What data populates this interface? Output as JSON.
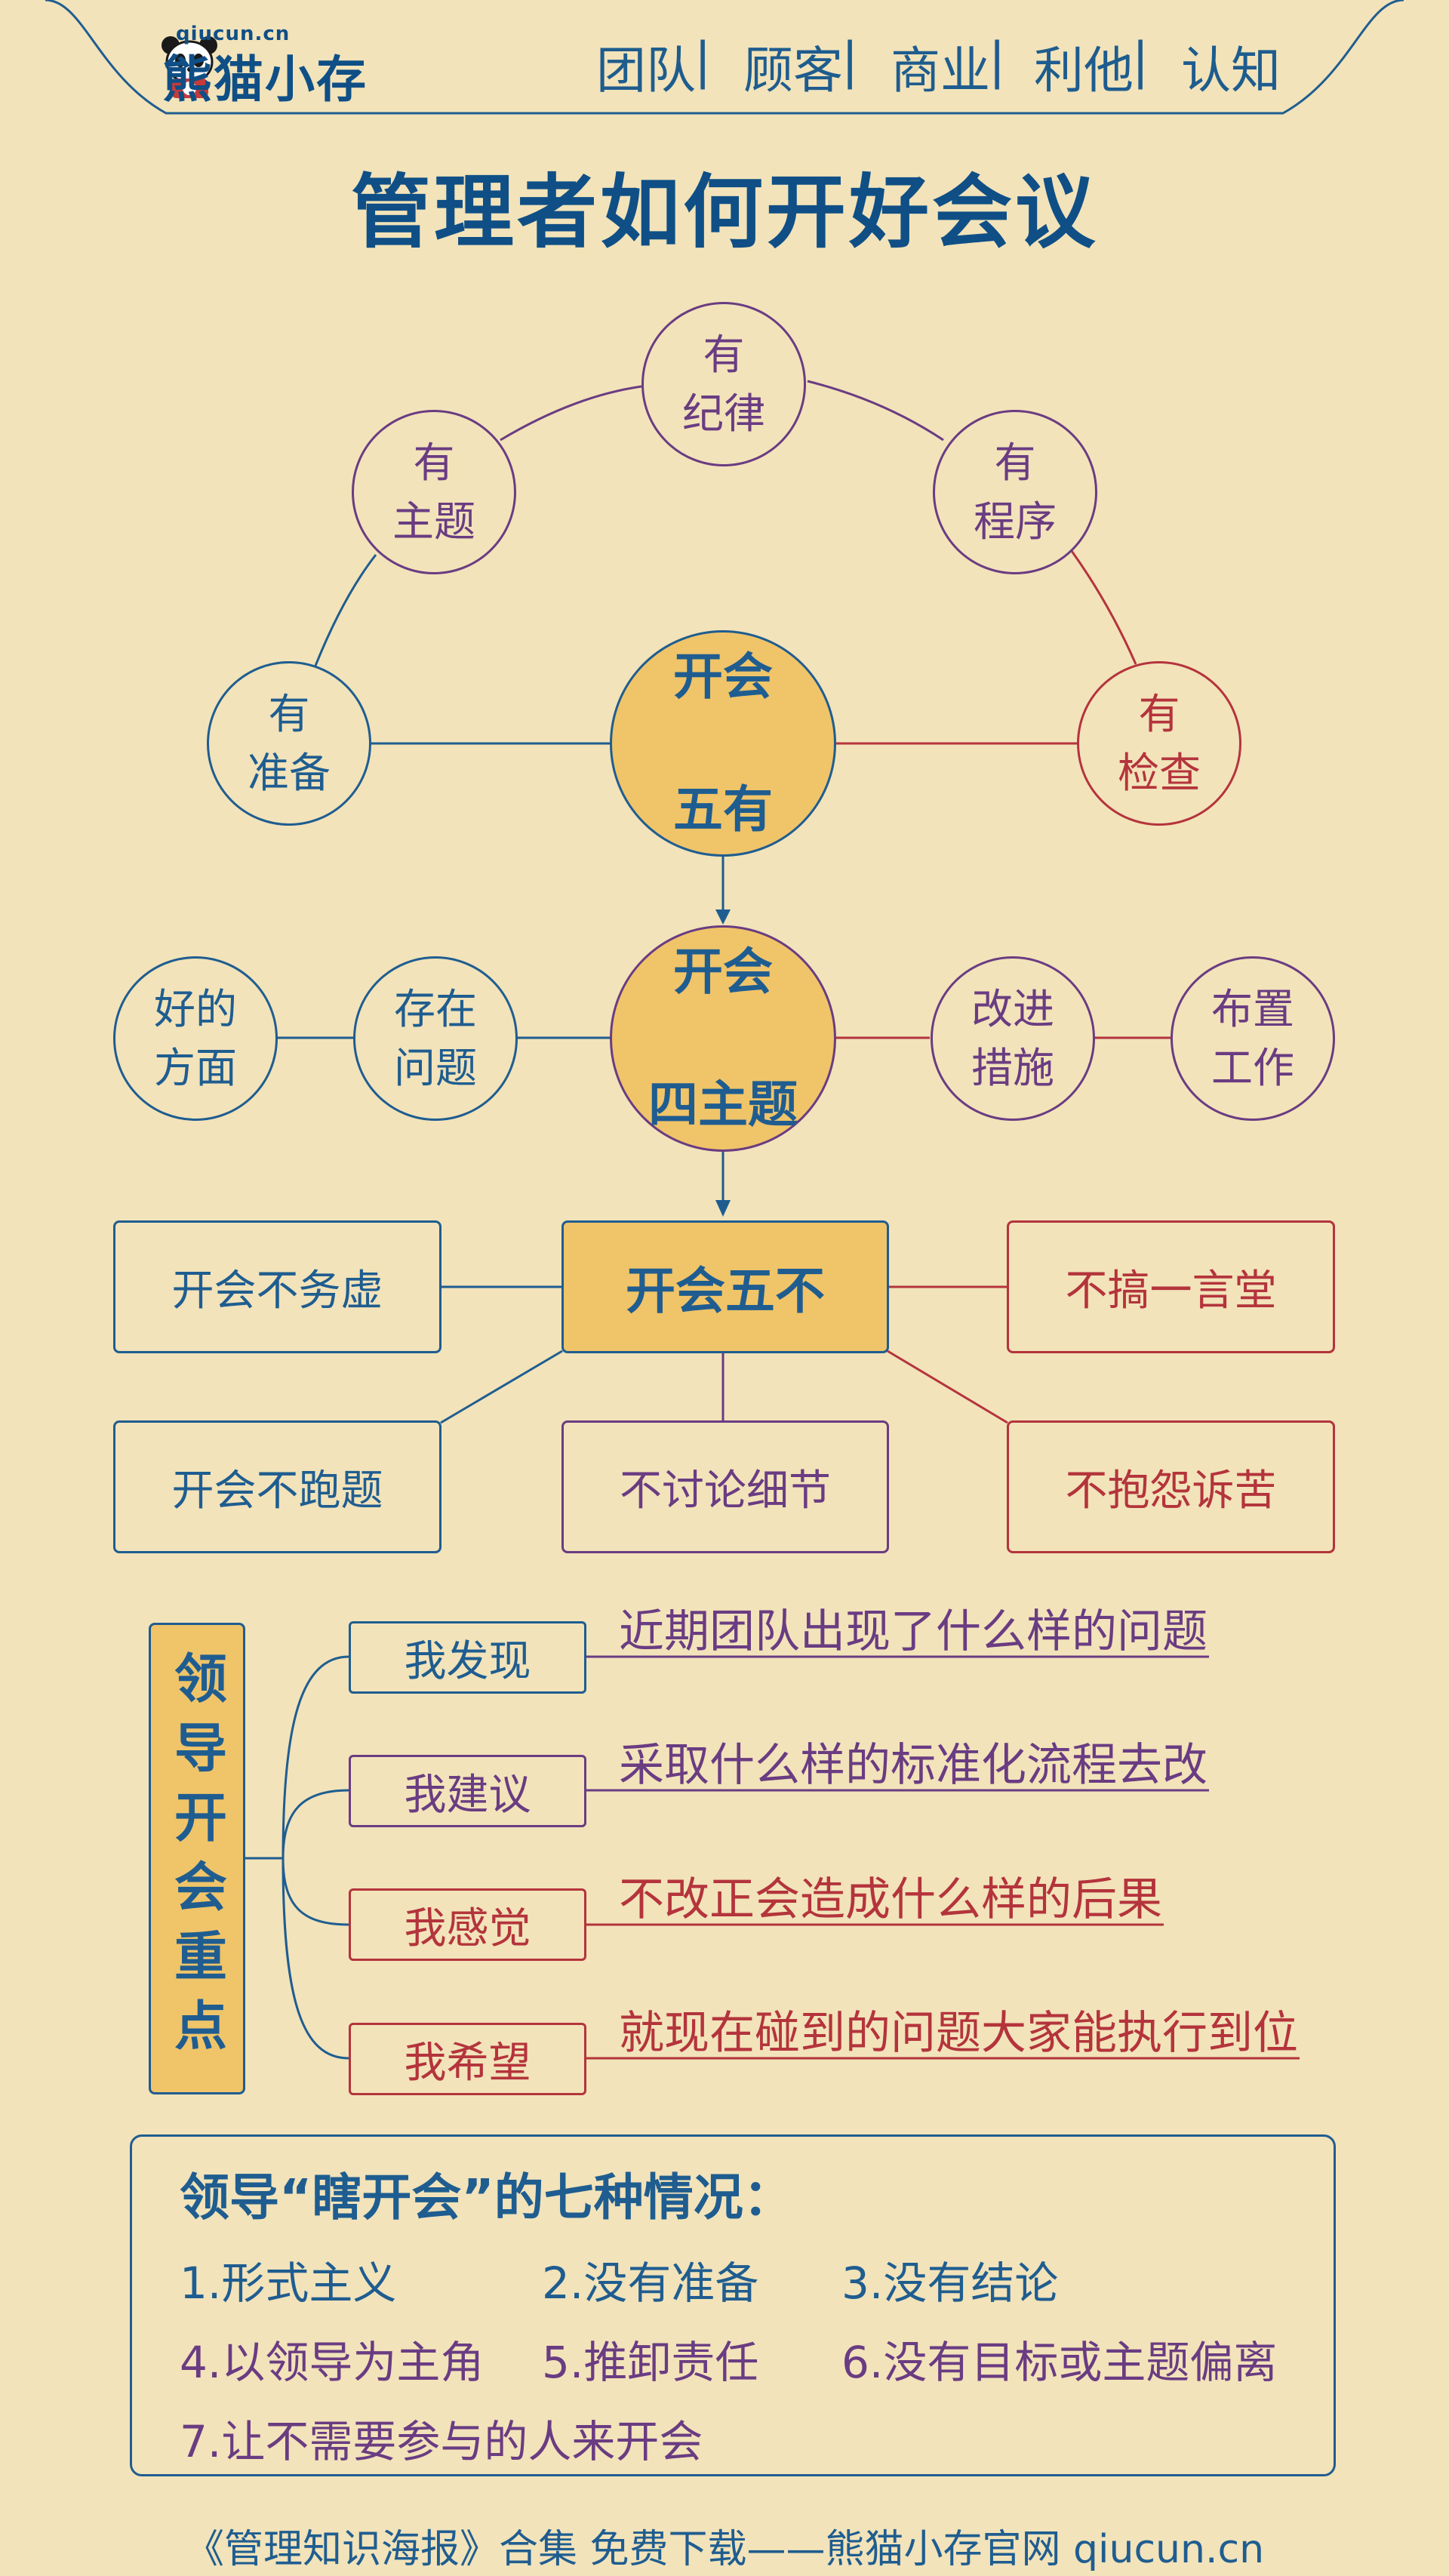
{
  "header": {
    "brand_url": "qiucun.cn",
    "brand_name": "熊猫小存",
    "nav": [
      "团队",
      "顾客",
      "商业",
      "利他",
      "认知"
    ]
  },
  "title": "管理者如何开好会议",
  "five_haves": {
    "hub": [
      "开会",
      "五有"
    ],
    "items": [
      {
        "line1": "有",
        "line2": "准备"
      },
      {
        "line1": "有",
        "line2": "主题"
      },
      {
        "line1": "有",
        "line2": "纪律"
      },
      {
        "line1": "有",
        "line2": "程序"
      },
      {
        "line1": "有",
        "line2": "检查"
      }
    ]
  },
  "four_topics": {
    "hub": [
      "开会",
      "四主题"
    ],
    "items": [
      {
        "line1": "好的",
        "line2": "方面"
      },
      {
        "line1": "存在",
        "line2": "问题"
      },
      {
        "line1": "改进",
        "line2": "措施"
      },
      {
        "line1": "布置",
        "line2": "工作"
      }
    ]
  },
  "five_nots": {
    "hub": "开会五不",
    "items": [
      "开会不务虚",
      "不搞一言堂",
      "开会不跑题",
      "不讨论细节",
      "不抱怨诉苦"
    ]
  },
  "leader_focus": {
    "label": "领导开会重点",
    "rows": [
      {
        "tag": "我发现",
        "text": "近期团队出现了什么样的问题"
      },
      {
        "tag": "我建议",
        "text": "采取什么样的标准化流程去改"
      },
      {
        "tag": "我感觉",
        "text": "不改正会造成什么样的后果"
      },
      {
        "tag": "我希望",
        "text": "就现在碰到的问题大家能执行到位"
      }
    ]
  },
  "seven_cases": {
    "title": "领导“瞎开会”的七种情况：",
    "items": [
      "1.形式主义",
      "2.没有准备",
      "3.没有结论",
      "4.以领导为主角",
      "5.推卸责任",
      "6.没有目标或主题偏离",
      "7.让不需要参与的人来开会"
    ]
  },
  "footer": "《管理知识海报》合集 免费下载——熊猫小存官网 qiucun.cn",
  "colors": {
    "background": "#F2E3BA",
    "blue": "#1F5D90",
    "purple": "#6A3C82",
    "red": "#B4343C",
    "hub_fill": "#F0C469"
  }
}
